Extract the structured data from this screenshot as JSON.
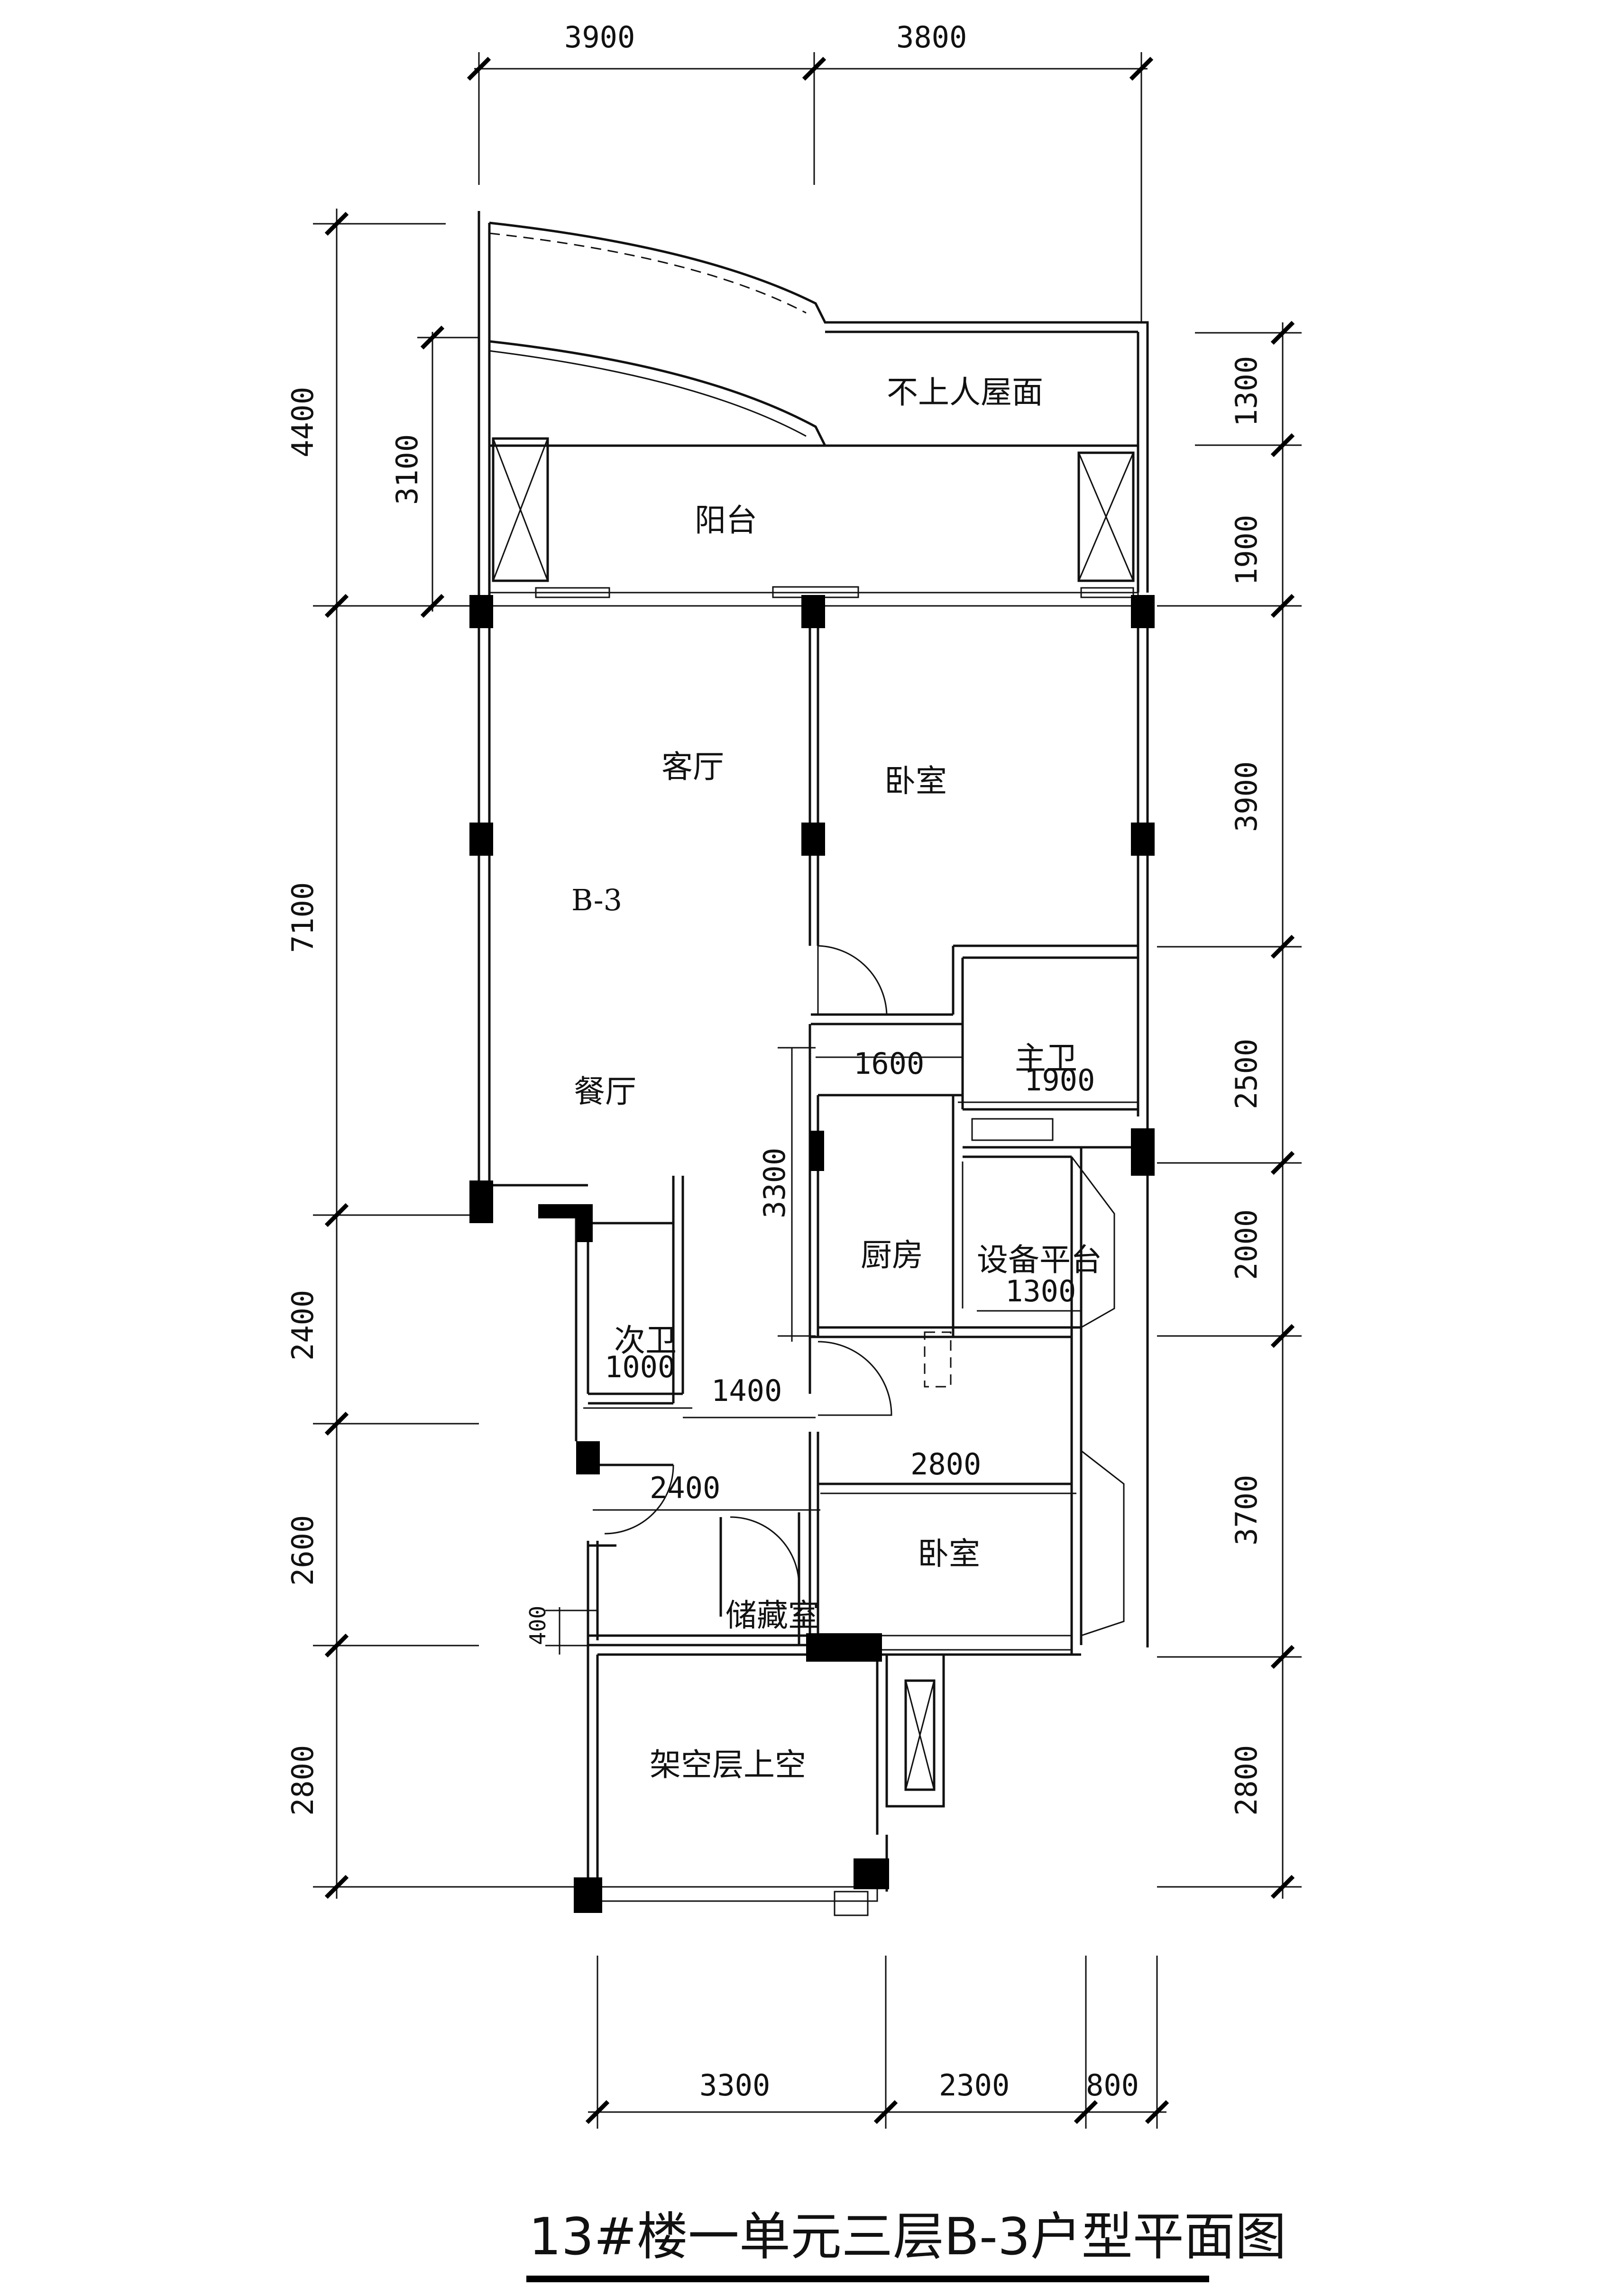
{
  "title": "13#楼一单元三层B-3户型平面图",
  "unit_label": "B-3",
  "rooms": {
    "roof": "不上人屋面",
    "balcony": "阳台",
    "living": "客厅",
    "bedroom_1": "卧室",
    "dining": "餐厅",
    "master_bath": "主卫",
    "kitchen": "厨房",
    "equipment": "设备平台",
    "second_bath": "次卫",
    "bedroom_2": "卧室",
    "storage": "储藏室",
    "void": "架空层上空"
  },
  "dimensions": {
    "top": [
      "3900",
      "3800"
    ],
    "bottom": [
      "3300",
      "2300",
      "800"
    ],
    "left": [
      "4400",
      "7100",
      "2400",
      "2600",
      "2800"
    ],
    "left_inner": "3100",
    "left_small": "400",
    "right": [
      "1300",
      "1900",
      "3900",
      "2500",
      "2000",
      "3700",
      "2800"
    ],
    "inner": {
      "d1600": "1600",
      "d1900": "1900",
      "d3300": "3300",
      "d1300": "1300",
      "d1000": "1000",
      "d1400": "1400",
      "d2800": "2800",
      "d2400": "2400"
    }
  }
}
